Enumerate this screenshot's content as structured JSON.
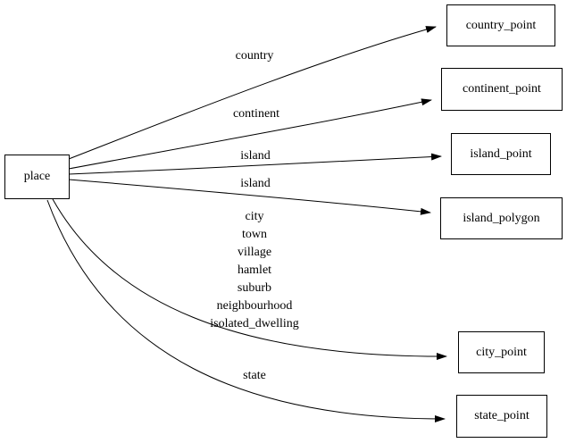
{
  "diagram": {
    "type": "directed-graph",
    "background_color": "#ffffff",
    "line_color": "#000000",
    "text_color": "#000000"
  },
  "nodes": {
    "place": {
      "label": "place"
    },
    "country_point": {
      "label": "country_point"
    },
    "continent_point": {
      "label": "continent_point"
    },
    "island_point": {
      "label": "island_point"
    },
    "island_polygon": {
      "label": "island_polygon"
    },
    "city_point": {
      "label": "city_point"
    },
    "state_point": {
      "label": "state_point"
    }
  },
  "edges": [
    {
      "from": "place",
      "to": "country_point",
      "label": "country"
    },
    {
      "from": "place",
      "to": "continent_point",
      "label": "continent"
    },
    {
      "from": "place",
      "to": "island_point",
      "label": "island"
    },
    {
      "from": "place",
      "to": "island_polygon",
      "label": "island"
    },
    {
      "from": "place",
      "to": "city_point",
      "label_lines": [
        "city",
        "town",
        "village",
        "hamlet",
        "suburb",
        "neighbourhood",
        "isolated_dwelling"
      ]
    },
    {
      "from": "place",
      "to": "state_point",
      "label": "state"
    }
  ]
}
